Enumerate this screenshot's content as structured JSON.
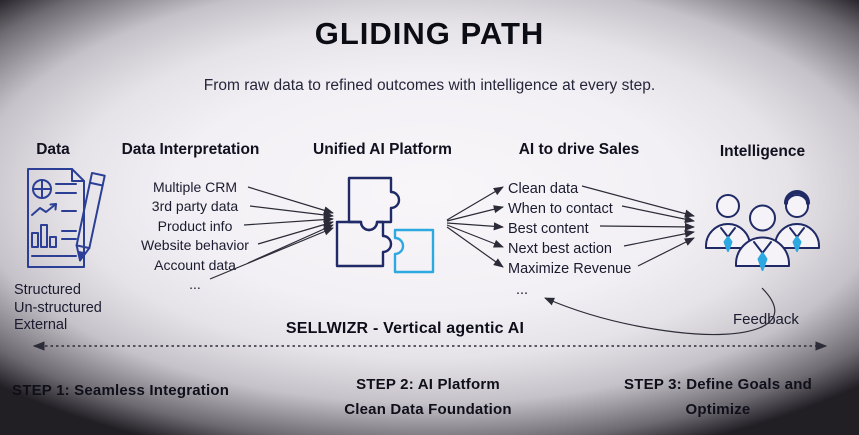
{
  "title": "GLIDING PATH",
  "subtitle": "From raw data to refined outcomes with intelligence at every step.",
  "columns": {
    "data": {
      "header": "Data",
      "items": [
        "Structured",
        "Un-structured",
        "External"
      ]
    },
    "interpretation": {
      "header": "Data Interpretation",
      "items": [
        "Multiple CRM",
        "3rd party data",
        "Product info",
        "Website behavior",
        "Account data",
        "..."
      ]
    },
    "platform": {
      "header": "Unified AI Platform"
    },
    "sales": {
      "header": "AI to drive Sales",
      "items": [
        "Clean data",
        "When to contact",
        "Best content",
        "Next best action",
        "Maximize Revenue",
        "..."
      ]
    },
    "intelligence": {
      "header": "Intelligence"
    }
  },
  "feedback_label": "Feedback",
  "banner": "SELLWIZR - Vertical agentic AI",
  "steps": {
    "step1": {
      "line1": "STEP 1: Seamless Integration",
      "line2": ""
    },
    "step2": {
      "line1": "STEP 2: AI Platform",
      "line2": "Clean Data Foundation"
    },
    "step3": {
      "line1": "STEP 3: Define Goals and",
      "line2": "Optimize"
    }
  },
  "icons": {
    "document": "document-chart-pencil-icon",
    "puzzle": "puzzle-pieces-icon",
    "team": "team-people-icon"
  },
  "colors": {
    "navy": "#1f2a66",
    "light_blue": "#2ea8e0",
    "arrow": "#2c2c38",
    "text": "#15151f"
  }
}
